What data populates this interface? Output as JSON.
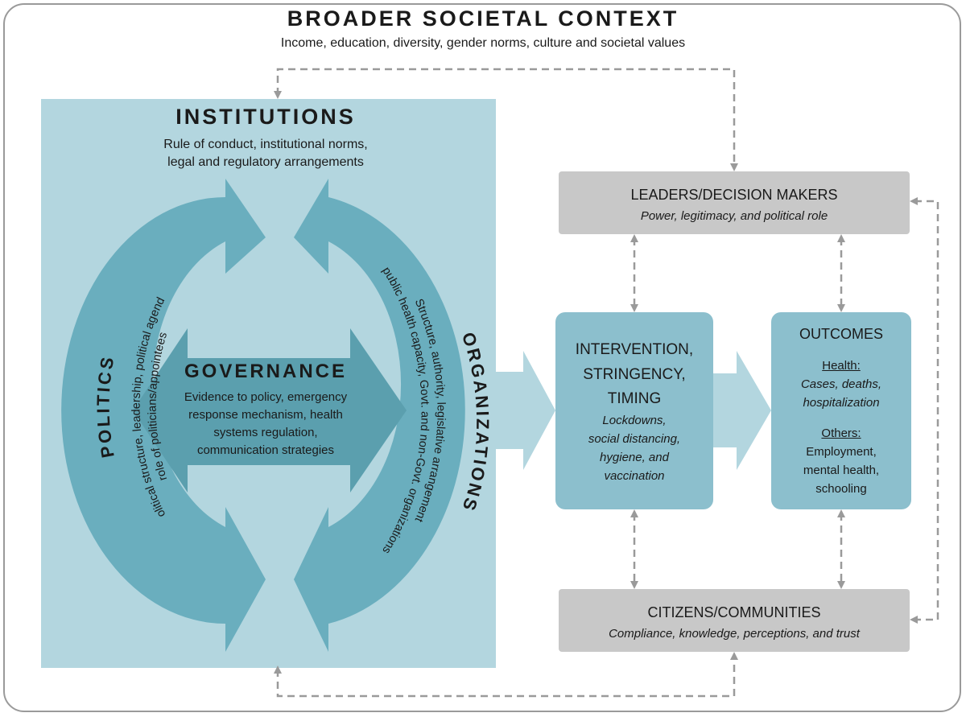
{
  "context": {
    "title": "BROADER SOCIETAL CONTEXT",
    "subtitle": "Income, education, diversity, gender norms, culture and societal values"
  },
  "institutions": {
    "title": "INSTITUTIONS",
    "line1": "Rule of conduct, institutional norms,",
    "line2": "legal and regulatory arrangements"
  },
  "politics": {
    "title": "POLITICS",
    "line1": "Political structure, leadership, political agenda,",
    "line2": "role of politicians/appointees"
  },
  "organizations": {
    "title": "ORGANIZATIONS",
    "line1": "Structure, authority, legislative arrangement",
    "line2": "public health capacity, Govt. and non-Govt. organizations"
  },
  "governance": {
    "title": "GOVERNANCE",
    "line1": "Evidence to policy, emergency",
    "line2": "response mechanism, health",
    "line3": "systems regulation,",
    "line4": "communication strategies"
  },
  "leaders": {
    "title": "LEADERS/DECISION MAKERS",
    "subtitle": "Power, legitimacy, and political role"
  },
  "intervention": {
    "line1": "INTERVENTION,",
    "line2": "STRINGENCY,",
    "line3": "TIMING",
    "detail1": "Lockdowns,",
    "detail2": "social distancing,",
    "detail3": "hygiene, and",
    "detail4": "vaccination"
  },
  "outcomes": {
    "title": "OUTCOMES",
    "health_label": "Health:",
    "health1": "Cases, deaths,",
    "health2": "hospitalization",
    "others_label": "Others:",
    "others1": "Employment,",
    "others2": "mental health,",
    "others3": "schooling"
  },
  "citizens": {
    "title": "CITIZENS/COMMUNITIES",
    "subtitle": "Compliance, knowledge, perceptions, and trust"
  },
  "colors": {
    "panel": "#b3d6df",
    "arc": "#6aaebe",
    "governance": "#5b9fae",
    "box_teal": "#8cbfcd",
    "box_gray": "#c8c8c8",
    "connector": "#9a9a9a",
    "flow_arrow": "#b3d6df"
  }
}
